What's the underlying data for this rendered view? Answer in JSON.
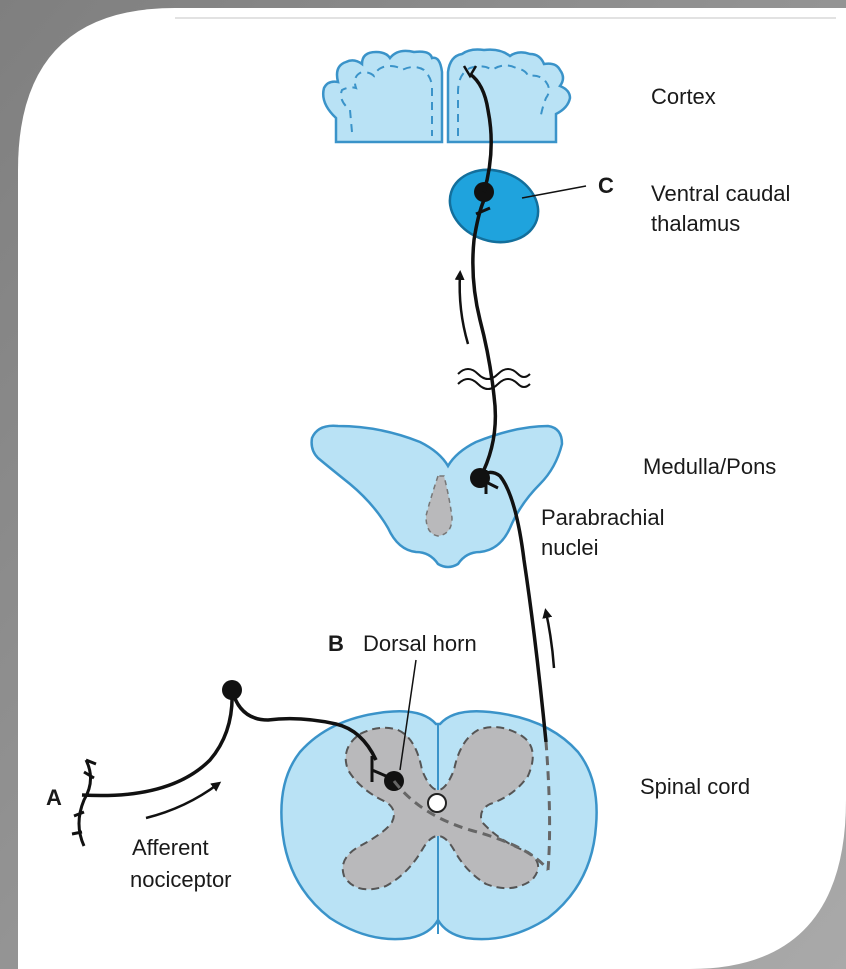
{
  "labels": {
    "cortex": "Cortex",
    "thalamus_letter": "C",
    "thalamus_line1": "Ventral caudal",
    "thalamus_line2": "thalamus",
    "medulla": "Medulla/Pons",
    "parabrachial_line1": "Parabrachial",
    "parabrachial_line2": "nuclei",
    "dorsal_horn_letter": "B",
    "dorsal_horn": "Dorsal horn",
    "spinal_cord": "Spinal cord",
    "nociceptor_letter": "A",
    "afferent_line1": "Afferent",
    "afferent_line2": "nociceptor"
  },
  "colors": {
    "tissue_fill": "#b9e2f5",
    "tissue_stroke": "#3a93c9",
    "thalamus_fill": "#1fa3dd",
    "gray_matter": "#b9b9bb",
    "pathway": "#111111",
    "background": "#8c8c8c",
    "card": "#ffffff"
  }
}
